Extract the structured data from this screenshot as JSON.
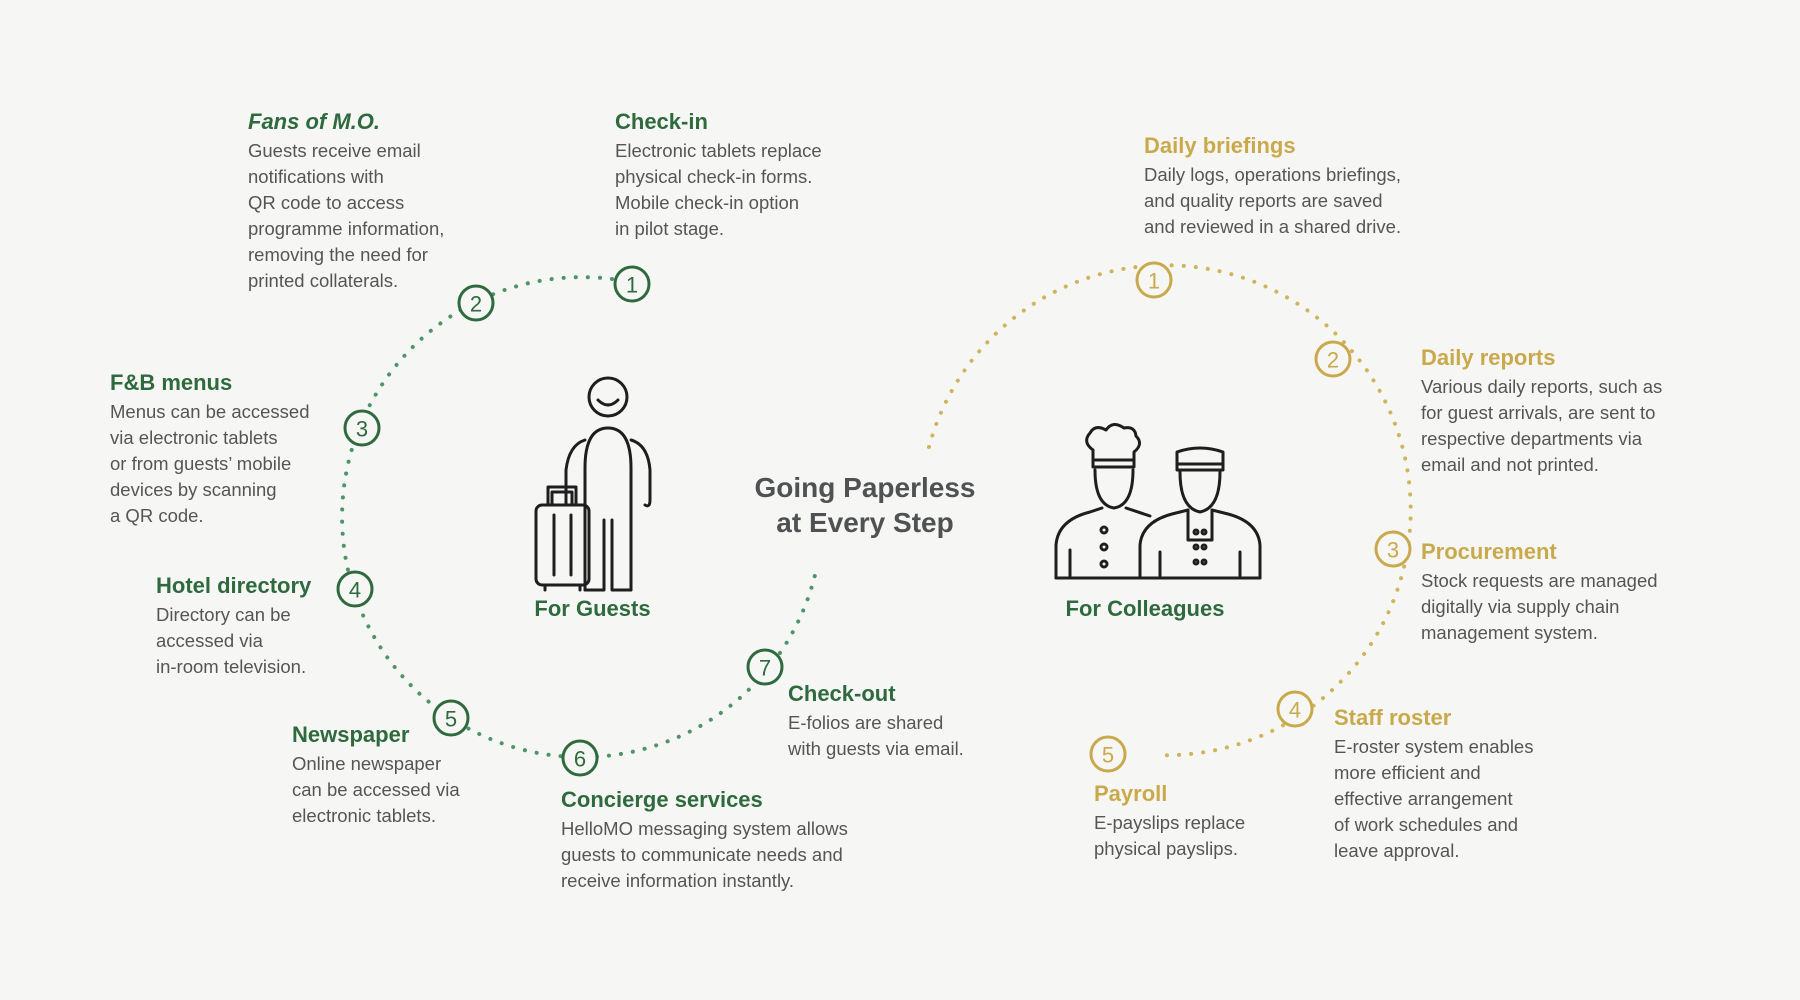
{
  "colors": {
    "green": "#2f6a3e",
    "gold": "#c9a94b",
    "background": "#f6f7f5",
    "text": "#555555",
    "title": "#4f5152"
  },
  "center_title": "Going Paperless\nat Every Step",
  "guests": {
    "caption": "For Guests",
    "icon": "traveller-with-luggage-icon",
    "nodes": [
      {
        "n": "1",
        "title": "Check-in",
        "desc": "Electronic tablets replace\nphysical check-in forms.\nMobile check-in option\nin pilot stage."
      },
      {
        "n": "2",
        "title": "Fans of M.O.",
        "desc": "Guests receive email\nnotifications with\nQR code to access\nprogramme information,\nremoving the need for\nprinted collaterals."
      },
      {
        "n": "3",
        "title": "F&B menus",
        "desc": "Menus can be accessed\nvia electronic tablets\nor from guests’ mobile\ndevices by scanning\na QR code."
      },
      {
        "n": "4",
        "title": "Hotel directory",
        "desc": "Directory can be\naccessed via\nin-room television."
      },
      {
        "n": "5",
        "title": "Newspaper",
        "desc": "Online newspaper\ncan be accessed via\nelectronic tablets."
      },
      {
        "n": "6",
        "title": "Concierge services",
        "desc": "HelloMO messaging system allows\nguests to communicate needs and\nreceive information instantly."
      },
      {
        "n": "7",
        "title": "Check-out",
        "desc": "E-folios are shared\nwith guests via email."
      }
    ]
  },
  "colleagues": {
    "caption": "For Colleagues",
    "icon": "chef-and-bellboy-icon",
    "nodes": [
      {
        "n": "1",
        "title": "Daily briefings",
        "desc": "Daily logs, operations briefings,\nand quality reports are saved\nand reviewed in a shared drive."
      },
      {
        "n": "2",
        "title": "Daily reports",
        "desc": "Various daily reports, such as\nfor guest arrivals, are sent to\nrespective departments via\nemail and not printed."
      },
      {
        "n": "3",
        "title": "Procurement",
        "desc": "Stock requests are managed\ndigitally via supply chain\nmanagement system."
      },
      {
        "n": "4",
        "title": "Staff roster",
        "desc": "E-roster system enables\nmore efficient and\neffective arrangement\nof work schedules and\nleave approval."
      },
      {
        "n": "5",
        "title": "Payroll",
        "desc": "E-payslips replace\nphysical payslips."
      }
    ]
  }
}
